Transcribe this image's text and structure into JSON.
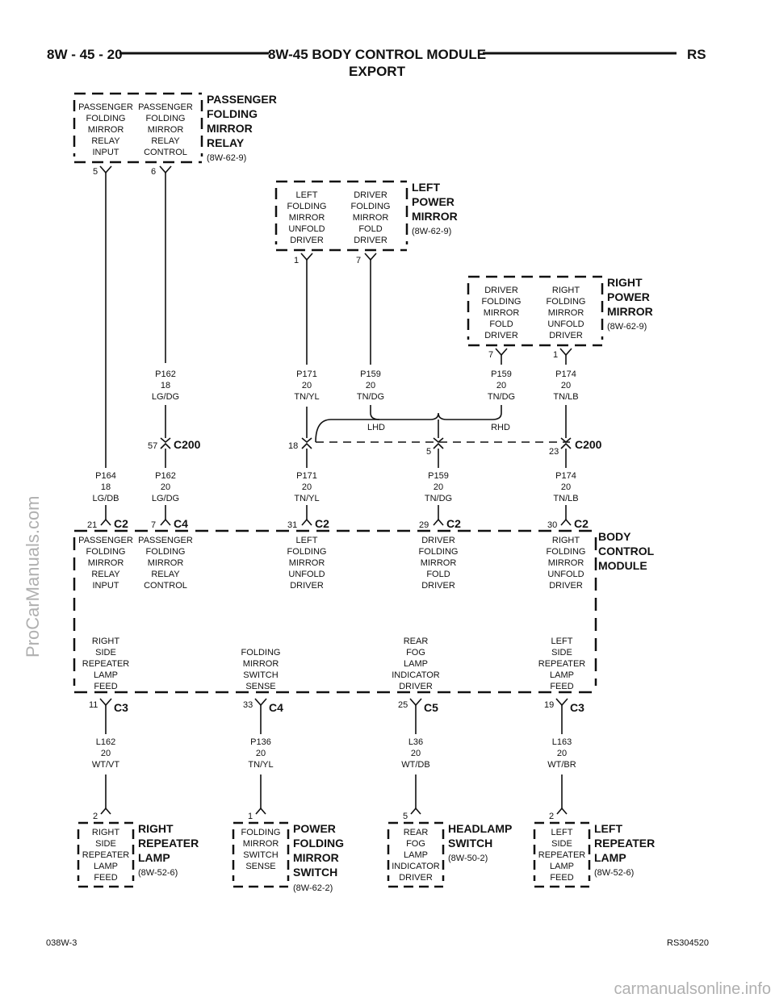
{
  "header": {
    "left": "8W - 45 - 20",
    "title": "8W-45 BODY CONTROL MODULE",
    "subtitle": "EXPORT",
    "right": "RS"
  },
  "footer": {
    "left": "038W-3",
    "right": "RS304520"
  },
  "watermarks": {
    "side": "ProCarManuals.com",
    "bottom": "carmanualsonline.info"
  },
  "components": {
    "passenger_relay": {
      "name": [
        "PASSENGER",
        "FOLDING",
        "MIRROR",
        "RELAY"
      ],
      "ref": "(8W-62-9)",
      "pins": [
        {
          "lines": [
            "PASSENGER",
            "FOLDING",
            "MIRROR",
            "RELAY",
            "INPUT"
          ],
          "pin": "5"
        },
        {
          "lines": [
            "PASSENGER",
            "FOLDING",
            "MIRROR",
            "RELAY",
            "CONTROL"
          ],
          "pin": "6"
        }
      ]
    },
    "left_mirror": {
      "name": [
        "LEFT",
        "POWER",
        "MIRROR"
      ],
      "ref": "(8W-62-9)",
      "pins": [
        {
          "lines": [
            "LEFT",
            "FOLDING",
            "MIRROR",
            "UNFOLD",
            "DRIVER"
          ],
          "pin": "1"
        },
        {
          "lines": [
            "DRIVER",
            "FOLDING",
            "MIRROR",
            "FOLD",
            "DRIVER"
          ],
          "pin": "7"
        }
      ]
    },
    "right_mirror": {
      "name": [
        "RIGHT",
        "POWER",
        "MIRROR"
      ],
      "ref": "(8W-62-9)",
      "pins": [
        {
          "lines": [
            "DRIVER",
            "FOLDING",
            "MIRROR",
            "FOLD",
            "DRIVER"
          ],
          "pin": "7"
        },
        {
          "lines": [
            "RIGHT",
            "FOLDING",
            "MIRROR",
            "UNFOLD",
            "DRIVER"
          ],
          "pin": "1"
        }
      ]
    },
    "bcm": {
      "name": [
        "BODY",
        "CONTROL",
        "MODULE"
      ],
      "top_pins": [
        {
          "lines": [
            "PASSENGER",
            "FOLDING",
            "MIRROR",
            "RELAY",
            "INPUT"
          ],
          "pin": "21",
          "conn": "C2"
        },
        {
          "lines": [
            "PASSENGER",
            "FOLDING",
            "MIRROR",
            "RELAY",
            "CONTROL"
          ],
          "pin": "7",
          "conn": "C4"
        },
        {
          "lines": [
            "LEFT",
            "FOLDING",
            "MIRROR",
            "UNFOLD",
            "DRIVER"
          ],
          "pin": "31",
          "conn": "C2"
        },
        {
          "lines": [
            "DRIVER",
            "FOLDING",
            "MIRROR",
            "FOLD",
            "DRIVER"
          ],
          "pin": "29",
          "conn": "C2"
        },
        {
          "lines": [
            "RIGHT",
            "FOLDING",
            "MIRROR",
            "UNFOLD",
            "DRIVER"
          ],
          "pin": "30",
          "conn": "C2"
        }
      ],
      "bottom_pins": [
        {
          "lines": [
            "RIGHT",
            "SIDE",
            "REPEATER",
            "LAMP",
            "FEED"
          ],
          "pin": "11",
          "conn": "C3"
        },
        {
          "lines": [
            "FOLDING",
            "MIRROR",
            "SWITCH",
            "SENSE"
          ],
          "pin": "33",
          "conn": "C4"
        },
        {
          "lines": [
            "REAR",
            "FOG",
            "LAMP",
            "INDICATOR",
            "DRIVER"
          ],
          "pin": "25",
          "conn": "C5"
        },
        {
          "lines": [
            "LEFT",
            "SIDE",
            "REPEATER",
            "LAMP",
            "FEED"
          ],
          "pin": "19",
          "conn": "C3"
        }
      ]
    },
    "right_repeater": {
      "name": [
        "RIGHT",
        "REPEATER",
        "LAMP"
      ],
      "ref": "(8W-52-6)",
      "pin": "2",
      "lines": [
        "RIGHT",
        "SIDE",
        "REPEATER",
        "LAMP",
        "FEED"
      ]
    },
    "mirror_switch": {
      "name": [
        "POWER",
        "FOLDING",
        "MIRROR",
        "SWITCH"
      ],
      "ref": "(8W-62-2)",
      "pin": "1",
      "lines": [
        "FOLDING",
        "MIRROR",
        "SWITCH",
        "SENSE"
      ]
    },
    "headlamp_switch": {
      "name": [
        "HEADLAMP",
        "SWITCH"
      ],
      "ref": "(8W-50-2)",
      "pin": "5",
      "lines": [
        "REAR",
        "FOG",
        "LAMP",
        "INDICATOR",
        "DRIVER"
      ]
    },
    "left_repeater": {
      "name": [
        "LEFT",
        "REPEATER",
        "LAMP"
      ],
      "ref": "(8W-52-6)",
      "pin": "2",
      "lines": [
        "LEFT",
        "SIDE",
        "REPEATER",
        "LAMP",
        "FEED"
      ]
    }
  },
  "splice": {
    "lhd": "LHD",
    "rhd": "RHD"
  },
  "c200": {
    "label": "C200",
    "pins": {
      "p162": "57",
      "p171": "18",
      "p159": "5",
      "p174": "23"
    }
  },
  "wires_upper": {
    "p162": [
      "P162",
      "18",
      "LG/DG"
    ],
    "p171": [
      "P171",
      "20",
      "TN/YL"
    ],
    "p159_l": [
      "P159",
      "20",
      "TN/DG"
    ],
    "p159_r": [
      "P159",
      "20",
      "TN/DG"
    ],
    "p174": [
      "P174",
      "20",
      "TN/LB"
    ]
  },
  "wires_lower": {
    "p164": [
      "P164",
      "18",
      "LG/DB"
    ],
    "p162": [
      "P162",
      "20",
      "LG/DG"
    ],
    "p171": [
      "P171",
      "20",
      "TN/YL"
    ],
    "p159": [
      "P159",
      "20",
      "TN/DG"
    ],
    "p174": [
      "P174",
      "20",
      "TN/LB"
    ]
  },
  "wires_bottom": {
    "l162": [
      "L162",
      "20",
      "WT/VT"
    ],
    "p136": [
      "P136",
      "20",
      "TN/YL"
    ],
    "l36": [
      "L36",
      "20",
      "WT/DB"
    ],
    "l163": [
      "L163",
      "20",
      "WT/BR"
    ]
  }
}
